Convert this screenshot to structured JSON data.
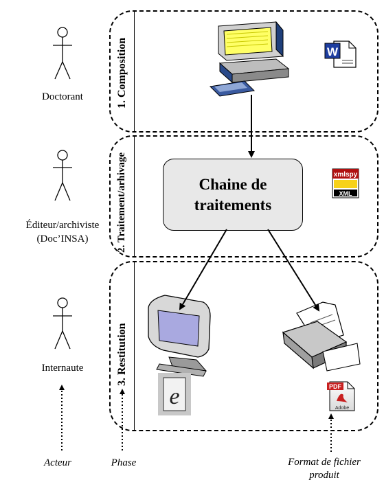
{
  "actors": [
    {
      "name": "Doctorant"
    },
    {
      "name": "Éditeur/archiviste",
      "name2": "(Doc’INSA)"
    },
    {
      "name": "Internaute"
    }
  ],
  "phases": [
    {
      "title": "1. Composition"
    },
    {
      "title": "2. Traitement/arhivage"
    },
    {
      "title": "3. Restitution"
    }
  ],
  "process": {
    "line1": "Chaine de",
    "line2": "traitements"
  },
  "icons": {
    "word": "word-document-icon",
    "xmlspy": "xmlspy-icon",
    "xmlspy_text": "xmlspy",
    "xml_text": "XML",
    "pdf_text": "PDF",
    "adobe_text": "Adobe",
    "ie_text": "e"
  },
  "legend": {
    "acteur": "Acteur",
    "phase": "Phase",
    "format_line1": "Format de fichier",
    "format_line2": "produit"
  }
}
